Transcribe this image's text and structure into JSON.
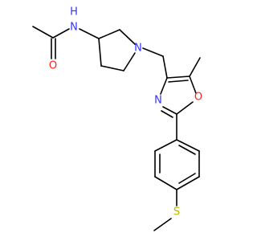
{
  "molecule": {
    "atoms": {
      "amide_n": {
        "text": "N",
        "color": "#3333ff"
      },
      "amide_h": {
        "text": "H",
        "color": "#3333ff"
      },
      "carbonyl_o": {
        "text": "O",
        "color": "#ff2020"
      },
      "ring_n": {
        "text": "N",
        "color": "#3333ff"
      },
      "oxazole_n": {
        "text": "N",
        "color": "#3333ff"
      },
      "oxazole_o": {
        "text": "O",
        "color": "#ff2020"
      },
      "sulfur": {
        "text": "S",
        "color": "#b8b800"
      }
    },
    "bond_color": "#000000"
  }
}
